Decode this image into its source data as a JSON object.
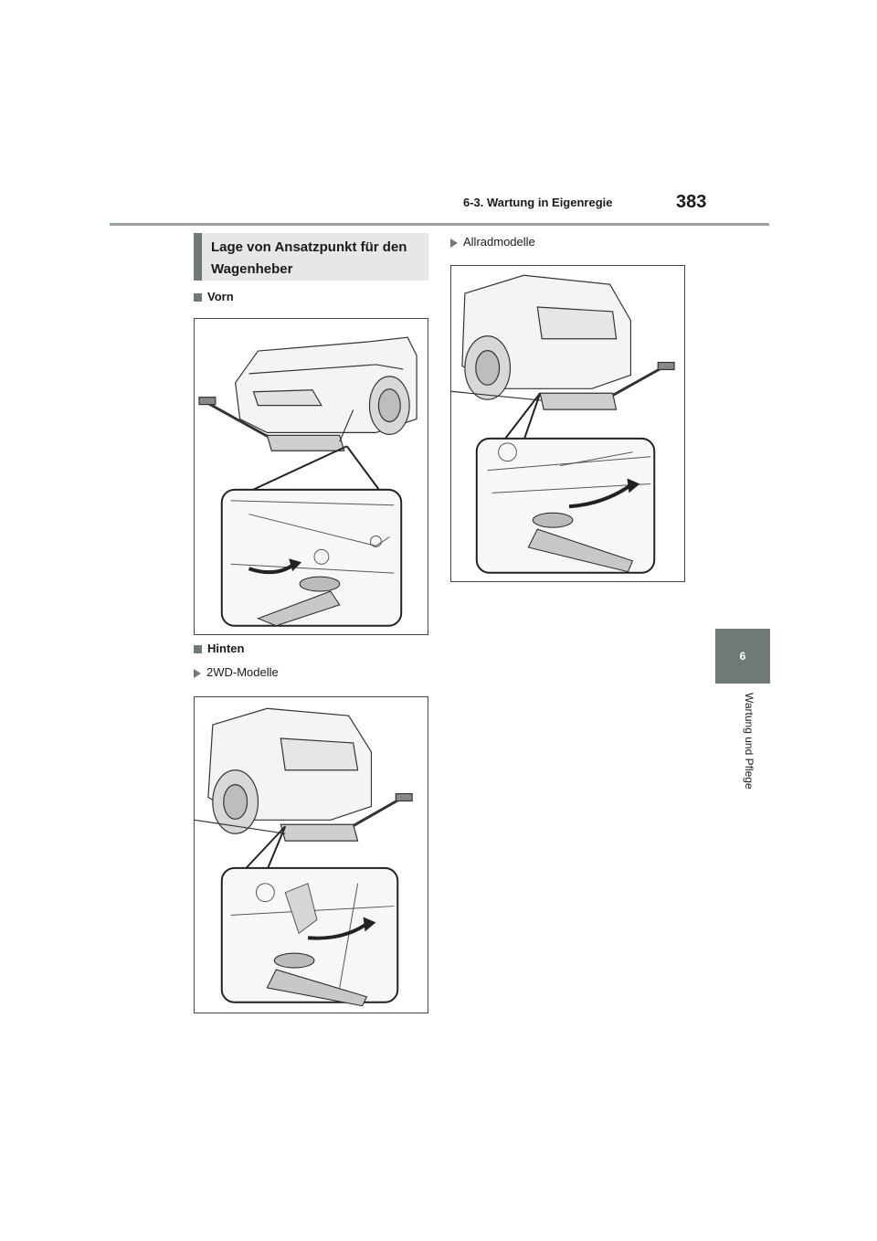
{
  "header": {
    "chapter": "6-3. Wartung in Eigenregie",
    "page_number": "383"
  },
  "side_tab": {
    "number": "6",
    "label": "Wartung und Pflege"
  },
  "section": {
    "title_line1": "Lage von Ansatzpunkt für den",
    "title_line2": "Wagenheber"
  },
  "front": {
    "label": "Vorn"
  },
  "rear": {
    "label": "Hinten",
    "variant_2wd": "2WD-Modelle",
    "variant_awd": "Allradmodelle"
  },
  "icons": {
    "section_bullet": "square-bullet-icon",
    "variant_bullet": "triangle-bullet-icon"
  }
}
